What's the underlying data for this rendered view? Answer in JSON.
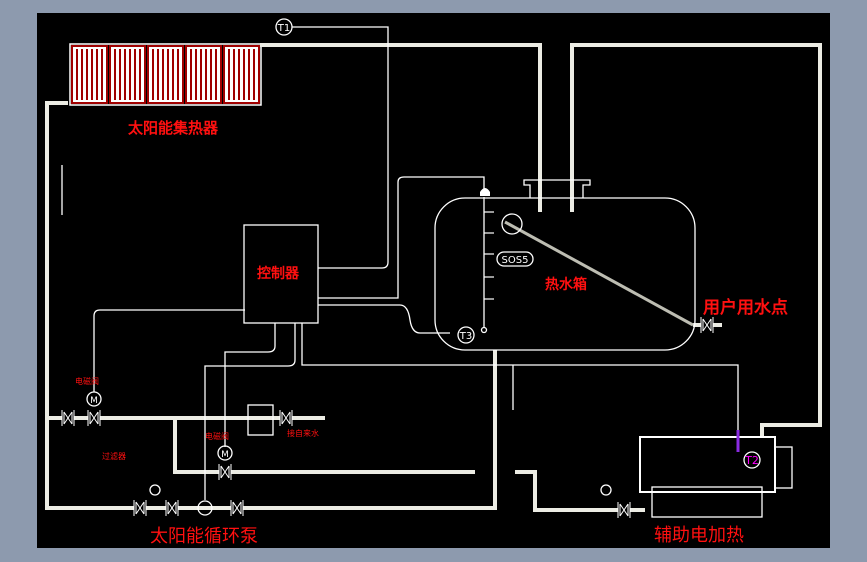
{
  "labels": {
    "collector": "太阳能集热器",
    "controller": "控制器",
    "tank": "热水箱",
    "user_point": "用户用水点",
    "pump": "太阳能循环泵",
    "aux_heater": "辅助电加热",
    "solenoid_valve_1": "电磁阀",
    "solenoid_valve_2": "电磁阀",
    "tap_water": "接自来水",
    "filter": "过滤器",
    "level_sensor": "SOS5"
  },
  "sensors": {
    "t1": "T1",
    "t2": "T2",
    "t3": "T3"
  },
  "colors": {
    "background": "#000000",
    "frame": "#8d9aae",
    "label": "#ff1010",
    "pipe": "#ecece4",
    "collector": "#a00000",
    "t2": "#ff00ff"
  }
}
